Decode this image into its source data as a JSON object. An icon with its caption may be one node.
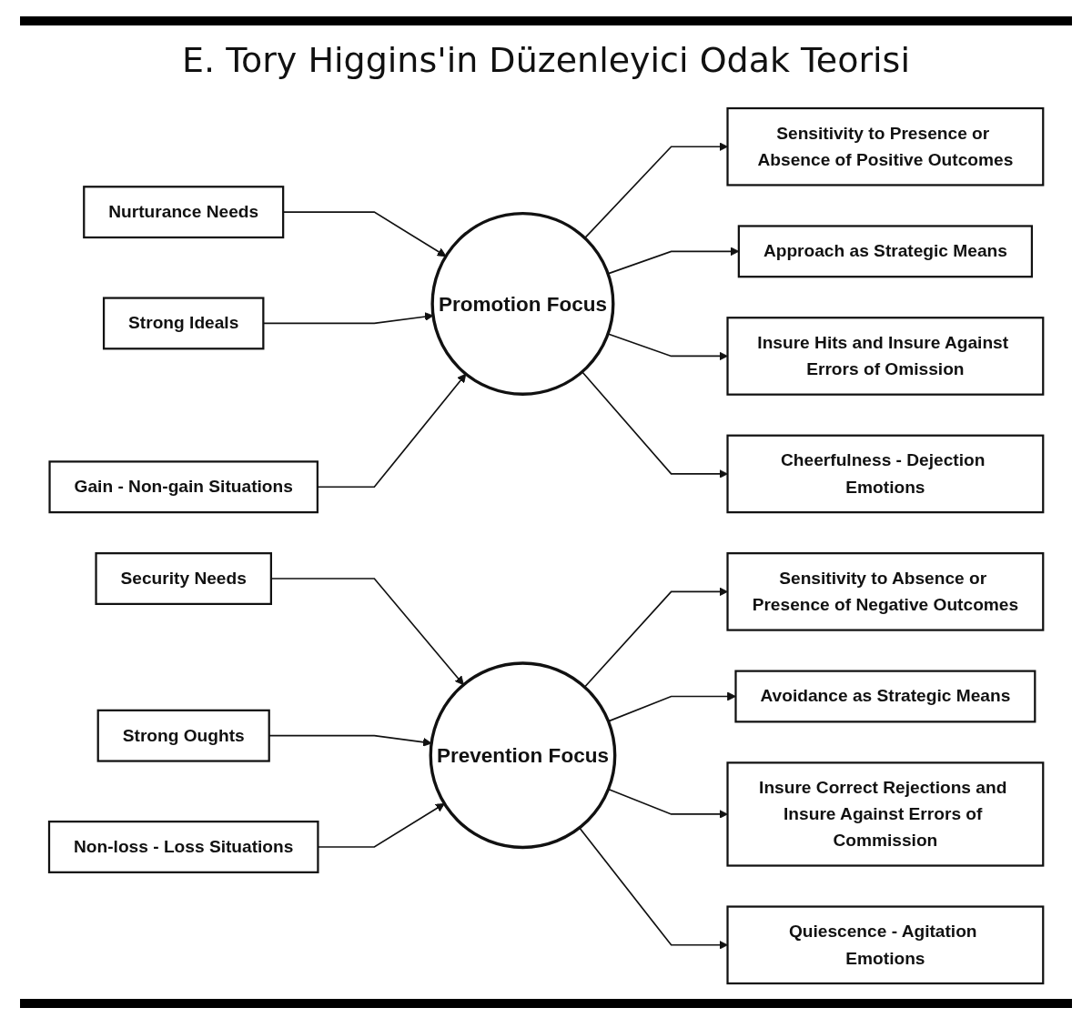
{
  "diagram": {
    "title": "E. Tory Higgins'in Düzenleyici Odak Teorisi",
    "nodes": [
      {
        "text": [
          "Nurturance Needs"
        ]
      },
      {
        "text": [
          "Strong Ideals"
        ]
      },
      {
        "text": [
          "Gain - Non-gain Situations"
        ]
      },
      {
        "text": [
          "Promotion Focus"
        ]
      },
      {
        "text": [
          "Sensitivity to Presence or Absence of Positive Outcomes"
        ]
      },
      {
        "text": [
          "Approach as Strategic Means"
        ]
      },
      {
        "text": [
          "Insure Hits and Insure Against Errors of Omission"
        ]
      },
      {
        "text": [
          "Cheerfulness - Dejection Emotions"
        ]
      },
      {
        "text": [
          "Security Needs"
        ]
      },
      {
        "text": [
          "Strong Oughts"
        ]
      },
      {
        "text": [
          "Non-loss - Loss Situations"
        ]
      },
      {
        "text": [
          "Prevention Focus"
        ]
      },
      {
        "text": [
          "Sensitivity to Absence or Presence of Negative Outcomes"
        ]
      },
      {
        "text": [
          "Avoidance as Strategic Means"
        ]
      },
      {
        "text": [
          "Insure Correct Rejections and Insure Against Errors of Commission"
        ]
      },
      {
        "text": [
          "Quiescence - Agitation Emotions"
        ]
      }
    ],
    "edges": [
      {
        "from": 0,
        "to": 3,
        "arrow": "to"
      },
      {
        "from": 1,
        "to": 3,
        "arrow": "to"
      },
      {
        "from": 2,
        "to": 3,
        "arrow": "to"
      },
      {
        "from": 3,
        "to": 4,
        "arrow": "to"
      },
      {
        "from": 3,
        "to": 5,
        "arrow": "to"
      },
      {
        "from": 3,
        "to": 6,
        "arrow": "to"
      },
      {
        "from": 3,
        "to": 7,
        "arrow": "to"
      },
      {
        "from": 8,
        "to": 11,
        "arrow": "to"
      },
      {
        "from": 9,
        "to": 11,
        "arrow": "to"
      },
      {
        "from": 10,
        "to": 11,
        "arrow": "to"
      },
      {
        "from": 11,
        "to": 12,
        "arrow": "to"
      },
      {
        "from": 11,
        "to": 13,
        "arrow": "to"
      },
      {
        "from": 11,
        "to": 14,
        "arrow": "to"
      },
      {
        "from": 11,
        "to": 15,
        "arrow": "to"
      }
    ]
  }
}
